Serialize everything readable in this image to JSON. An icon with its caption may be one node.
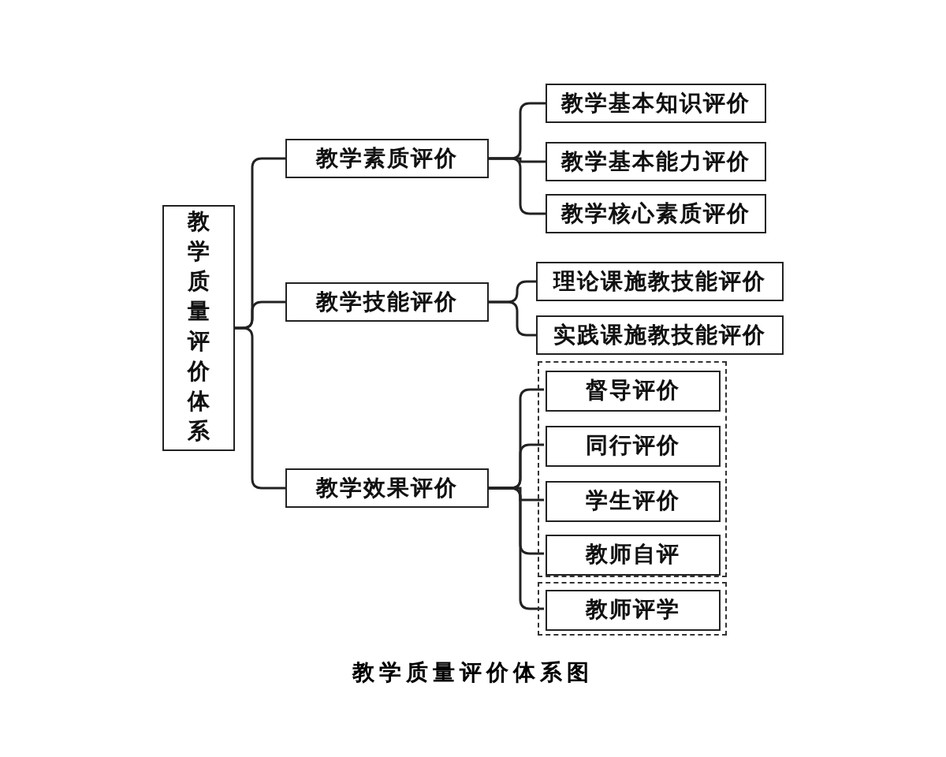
{
  "diagram": {
    "caption": "教学质量评价体系图",
    "nodes": [
      {
        "text": [
          "教学质量评价体系"
        ]
      },
      {
        "text": [
          "教学素质评价"
        ]
      },
      {
        "text": [
          "教学基本知识评价"
        ]
      },
      {
        "text": [
          "教学基本能力评价"
        ]
      },
      {
        "text": [
          "教学核心素质评价"
        ]
      },
      {
        "text": [
          "教学技能评价"
        ]
      },
      {
        "text": [
          "理论课施教技能评价"
        ]
      },
      {
        "text": [
          "实践课施教技能评价"
        ]
      },
      {
        "text": [
          "教学效果评价"
        ]
      },
      {
        "text": [],
        "shape": "box"
      },
      {
        "text": [
          "督导评价"
        ],
        "in": 9
      },
      {
        "text": [
          "同行评价"
        ],
        "in": 9
      },
      {
        "text": [
          "学生评价"
        ],
        "in": 9
      },
      {
        "text": [
          "教师自评"
        ],
        "in": 9
      },
      {
        "text": [],
        "shape": "box"
      },
      {
        "text": [
          "教师评学"
        ],
        "in": 14
      }
    ],
    "edges": [
      {
        "from": 0,
        "to": 1,
        "arrow": "none"
      },
      {
        "from": 0,
        "to": 5,
        "arrow": "none"
      },
      {
        "from": 0,
        "to": 8,
        "arrow": "none"
      },
      {
        "from": 1,
        "to": 2,
        "arrow": "none"
      },
      {
        "from": 1,
        "to": 3,
        "arrow": "none"
      },
      {
        "from": 1,
        "to": 4,
        "arrow": "none"
      },
      {
        "from": 5,
        "to": 6,
        "arrow": "none"
      },
      {
        "from": 5,
        "to": 7,
        "arrow": "none"
      },
      {
        "from": 8,
        "to": 10,
        "arrow": "none"
      },
      {
        "from": 8,
        "to": 11,
        "arrow": "none"
      },
      {
        "from": 8,
        "to": 12,
        "arrow": "none"
      },
      {
        "from": 8,
        "to": 13,
        "arrow": "none"
      },
      {
        "from": 8,
        "to": 15,
        "arrow": "none"
      }
    ]
  }
}
